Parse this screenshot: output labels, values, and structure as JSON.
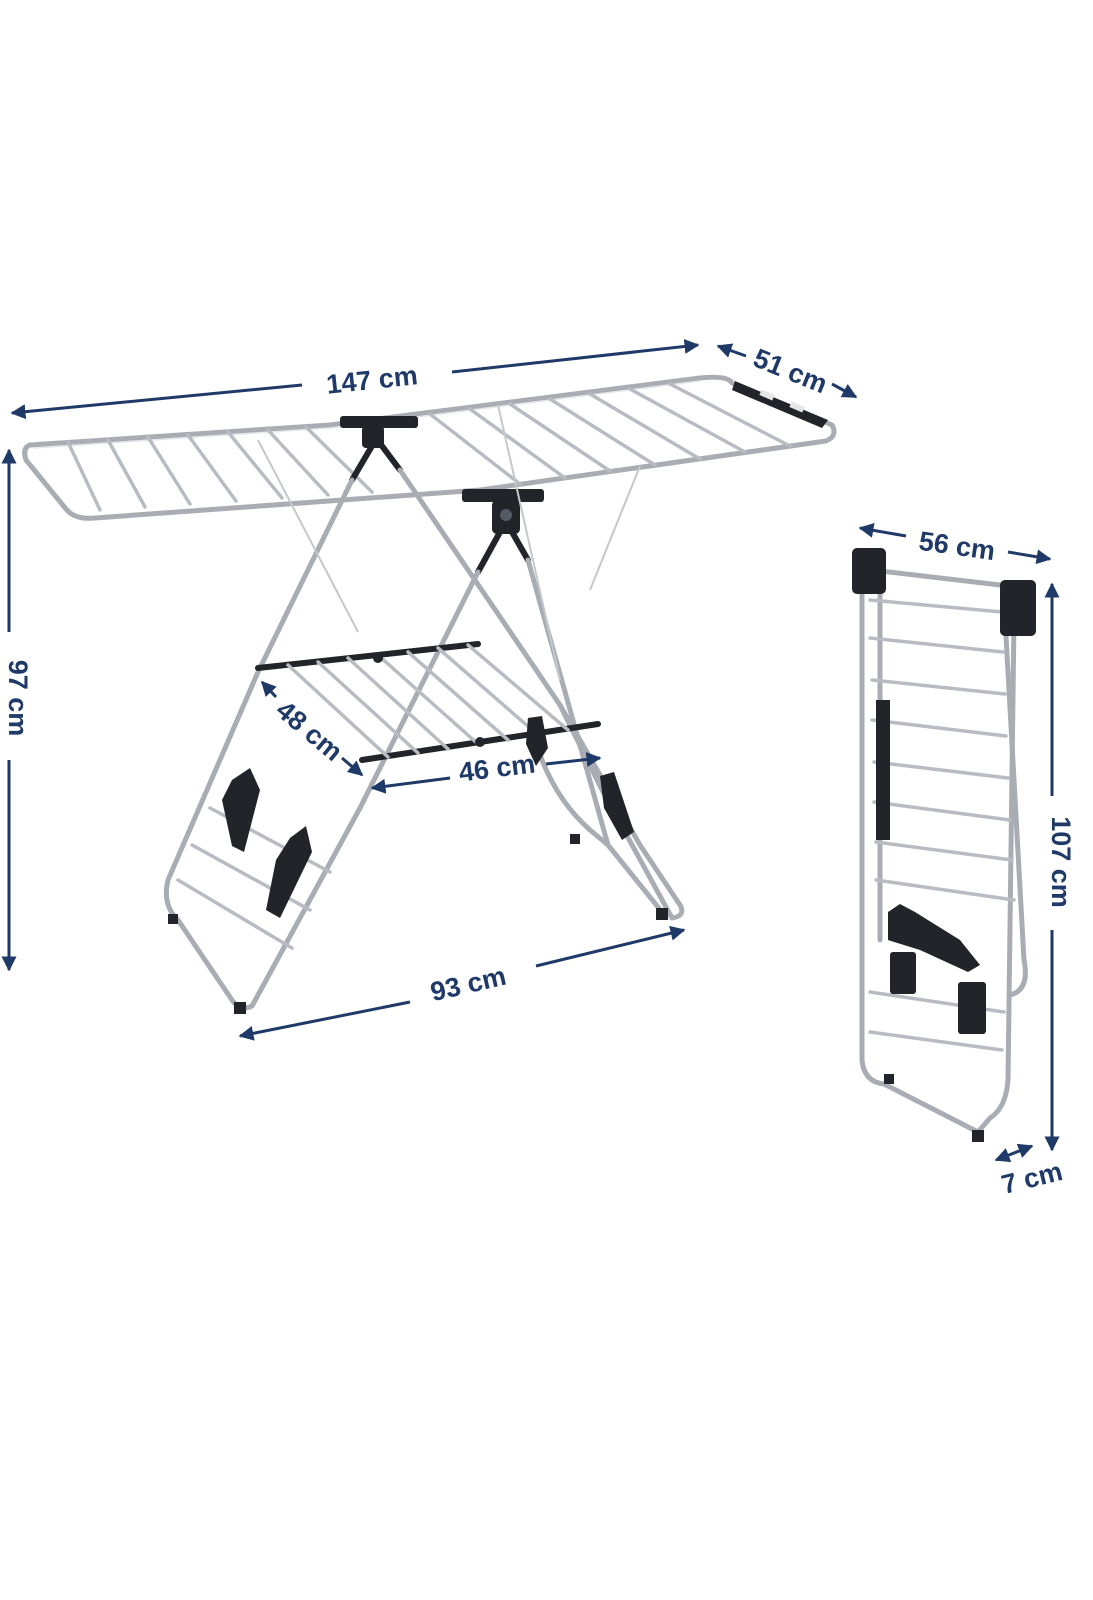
{
  "dimensions": {
    "length_top": "147 cm",
    "depth_top": "51 cm",
    "height_open": "97 cm",
    "shelf_depth": "48 cm",
    "shelf_width": "46 cm",
    "base_width": "93 cm",
    "folded_width": "56 cm",
    "folded_height": "107 cm",
    "folded_thickness": "7 cm"
  },
  "colors": {
    "dimension_text": "#1f3a68",
    "frame_steel": "#a9adb3",
    "plastic_parts": "#22242a",
    "background": "#ffffff"
  }
}
